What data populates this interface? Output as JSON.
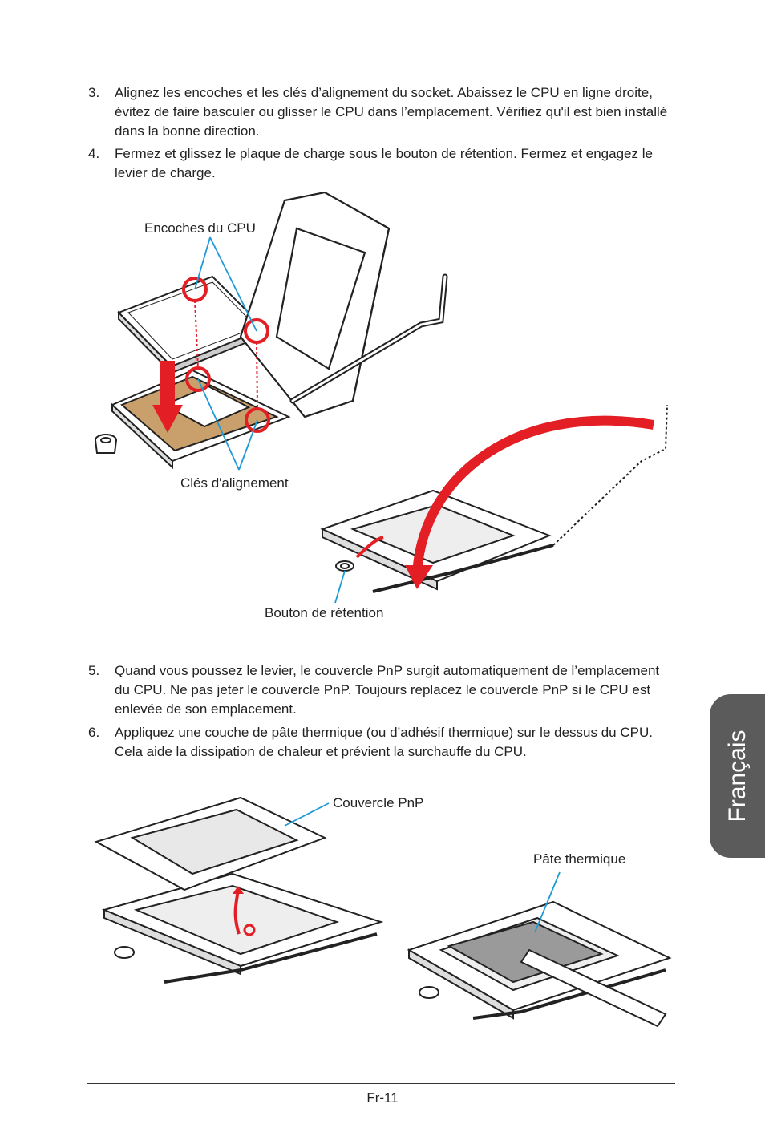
{
  "steps": [
    {
      "num": "3.",
      "text": "Alignez les encoches et les clés d’alignement du socket. Abaissez le CPU en ligne droite, évitez de faire basculer ou glisser le CPU dans l’emplacement. Vérifiez qu'il est bien installé dans la bonne direction."
    },
    {
      "num": "4.",
      "text": "Fermez et glissez le plaque de charge sous le bouton de rétention. Fermez et engagez le levier de charge."
    },
    {
      "num": "5.",
      "text": "Quand vous poussez le levier, le couvercle PnP surgit automatiquement de l’emplacement du CPU. Ne pas jeter le couvercle PnP. Toujours replacez le couvercle PnP si le CPU est enlevée de son emplacement."
    },
    {
      "num": "6.",
      "text": "Appliquez une couche de pâte thermique (ou d’adhésif thermique) sur le dessus du CPU. Cela aide la dissipation de chaleur et prévient la surchauffe du CPU."
    }
  ],
  "figure1": {
    "label_notches": "Encoches du CPU",
    "label_keys": "Clés d'alignement",
    "label_button": "Bouton de rétention"
  },
  "figure2": {
    "label_cover": "Couvercle PnP",
    "label_paste": "Pâte thermique"
  },
  "side_tab": "Français",
  "page_number": "Fr-11",
  "colors": {
    "highlight_red": "#e31e24",
    "callout_blue": "#1f9ad6",
    "socket_tan": "#c9a06b",
    "tab_gray": "#5b5b5b"
  }
}
